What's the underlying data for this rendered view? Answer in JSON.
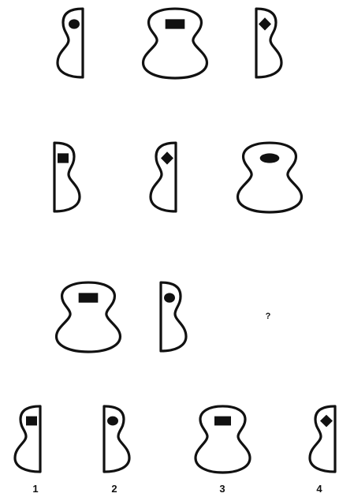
{
  "puzzle": {
    "rows": [
      {
        "figures": [
          {
            "shape": "half-guitar-left",
            "mark": "circle"
          },
          {
            "shape": "full-guitar",
            "mark": "square"
          },
          {
            "shape": "half-guitar-right",
            "mark": "diamond"
          }
        ]
      },
      {
        "figures": [
          {
            "shape": "half-guitar-right",
            "mark": "square"
          },
          {
            "shape": "half-guitar-left",
            "mark": "diamond"
          },
          {
            "shape": "full-guitar",
            "mark": "circle"
          }
        ]
      },
      {
        "figures": [
          {
            "shape": "full-guitar",
            "mark": "square"
          },
          {
            "shape": "half-guitar-right",
            "mark": "circle"
          }
        ],
        "missing_label": "?"
      }
    ],
    "options": [
      {
        "label": "1",
        "shape": "half-guitar-left",
        "mark": "square"
      },
      {
        "label": "2",
        "shape": "half-guitar-right",
        "mark": "circle"
      },
      {
        "label": "3",
        "shape": "full-guitar",
        "mark": "square"
      },
      {
        "label": "4",
        "shape": "half-guitar-left",
        "mark": "diamond"
      }
    ],
    "colors": {
      "stroke": "#111111",
      "fill": "#ffffff",
      "mark": "#111111"
    }
  }
}
